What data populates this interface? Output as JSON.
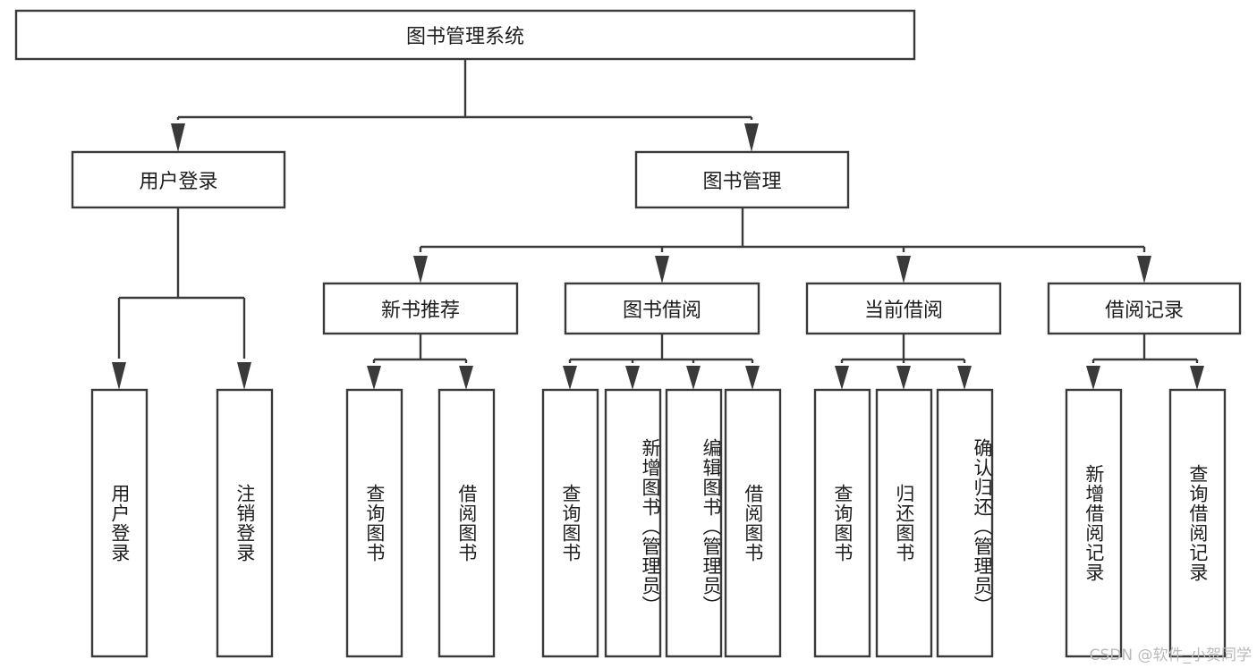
{
  "diagram": {
    "title": "图书管理系统",
    "type": "hierarchy-tree",
    "watermark": "CSDN @软件_小贺同学",
    "colors": {
      "box_stroke": "#3a3a3a",
      "box_fill": "#ffffff",
      "text": "#1d1d1d",
      "background": "#ffffff",
      "watermark": "#b9b9b9"
    },
    "root": {
      "label": "图书管理系统"
    },
    "level2": [
      {
        "label": "用户登录"
      },
      {
        "label": "图书管理"
      }
    ],
    "level3": [
      {
        "label": "新书推荐"
      },
      {
        "label": "图书借阅"
      },
      {
        "label": "当前借阅"
      },
      {
        "label": "借阅记录"
      }
    ],
    "leaves": {
      "user_login": [
        {
          "label": "用户登录"
        },
        {
          "label": "注销登录"
        }
      ],
      "new_book_recommend": [
        {
          "label": "查询图书"
        },
        {
          "label": "借阅图书"
        }
      ],
      "book_borrow": [
        {
          "label": "查询图书"
        },
        {
          "label": "新增图书（管理员）"
        },
        {
          "label": "编辑图书（管理员）"
        },
        {
          "label": "借阅图书"
        }
      ],
      "current_borrow": [
        {
          "label": "查询图书"
        },
        {
          "label": "归还图书"
        },
        {
          "label": "确认归还（管理员）"
        }
      ],
      "borrow_record": [
        {
          "label": "新增借阅记录"
        },
        {
          "label": "查询借阅记录"
        }
      ]
    }
  }
}
